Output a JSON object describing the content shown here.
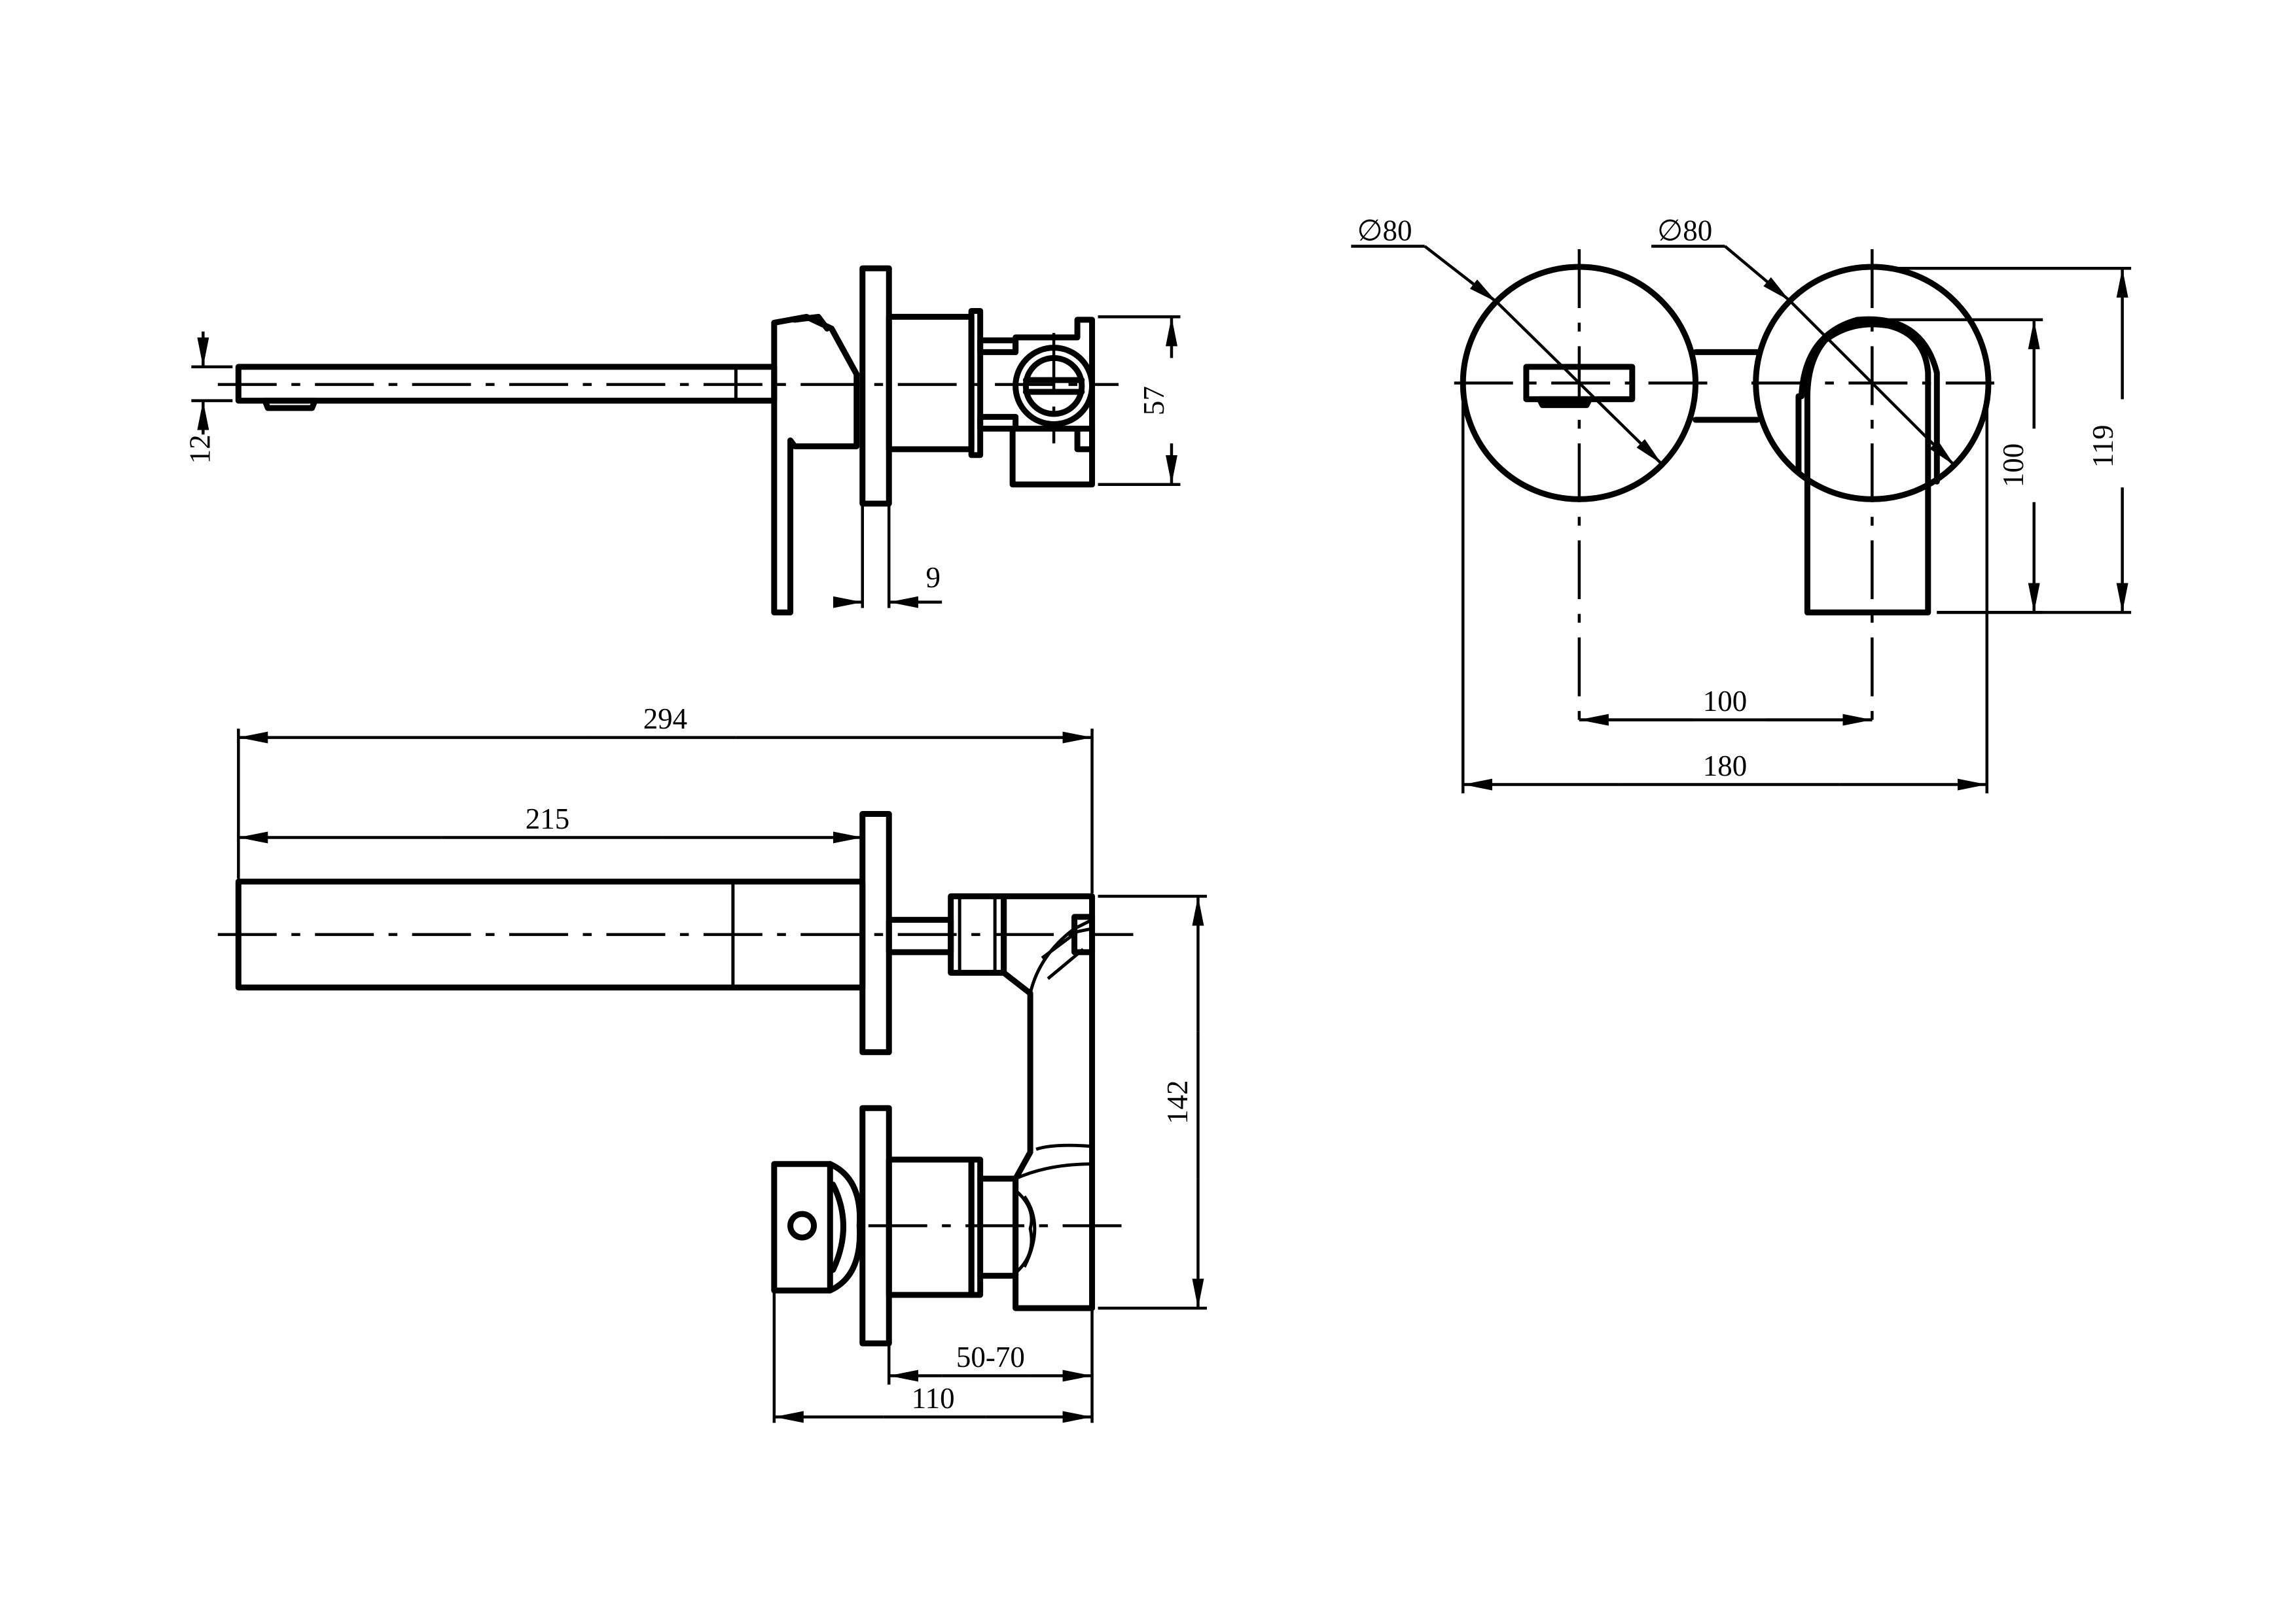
{
  "dimensions": {
    "height_12": "12",
    "plate_9": "9",
    "body_57": "57",
    "total_294": "294",
    "spout_215": "215",
    "height_142": "142",
    "wall_50_70": "50-70",
    "depth_110": "110",
    "dia_80_left": "∅80",
    "dia_80_right": "∅80",
    "centers_100": "100",
    "width_180": "180",
    "height_100": "100",
    "height_119": "119"
  }
}
